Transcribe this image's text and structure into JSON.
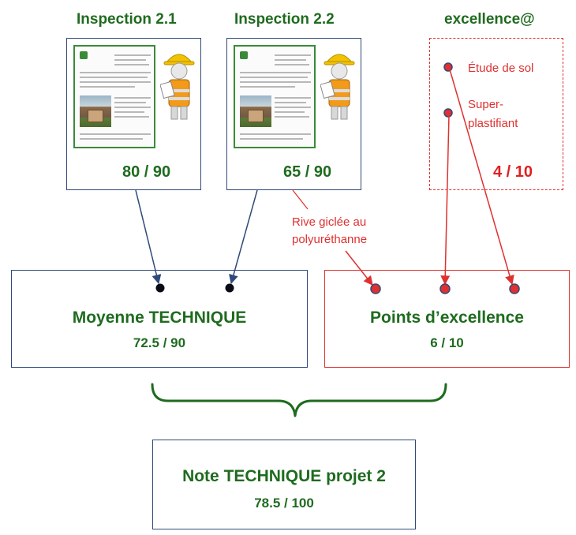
{
  "inspections": [
    {
      "title": "Inspection 2.1",
      "score": "80 / 90"
    },
    {
      "title": "Inspection 2.2",
      "score": "65 / 90"
    }
  ],
  "excellence": {
    "title": "excellence@",
    "items": [
      "Étude de sol",
      "Super-",
      "plastifiant"
    ],
    "score": "4 / 10"
  },
  "annotation": {
    "line1": "Rive giclée au",
    "line2": "polyuréthanne"
  },
  "average": {
    "title": "Moyenne TECHNIQUE",
    "value": "72.5 / 90"
  },
  "points": {
    "title": "Points d’excellence",
    "value": "6 / 10"
  },
  "final": {
    "title": "Note TECHNIQUE projet 2",
    "value": "78.5 / 100"
  },
  "colors": {
    "green": "#1f6b1f",
    "navy": "#2f4a78",
    "red": "#e03030"
  }
}
